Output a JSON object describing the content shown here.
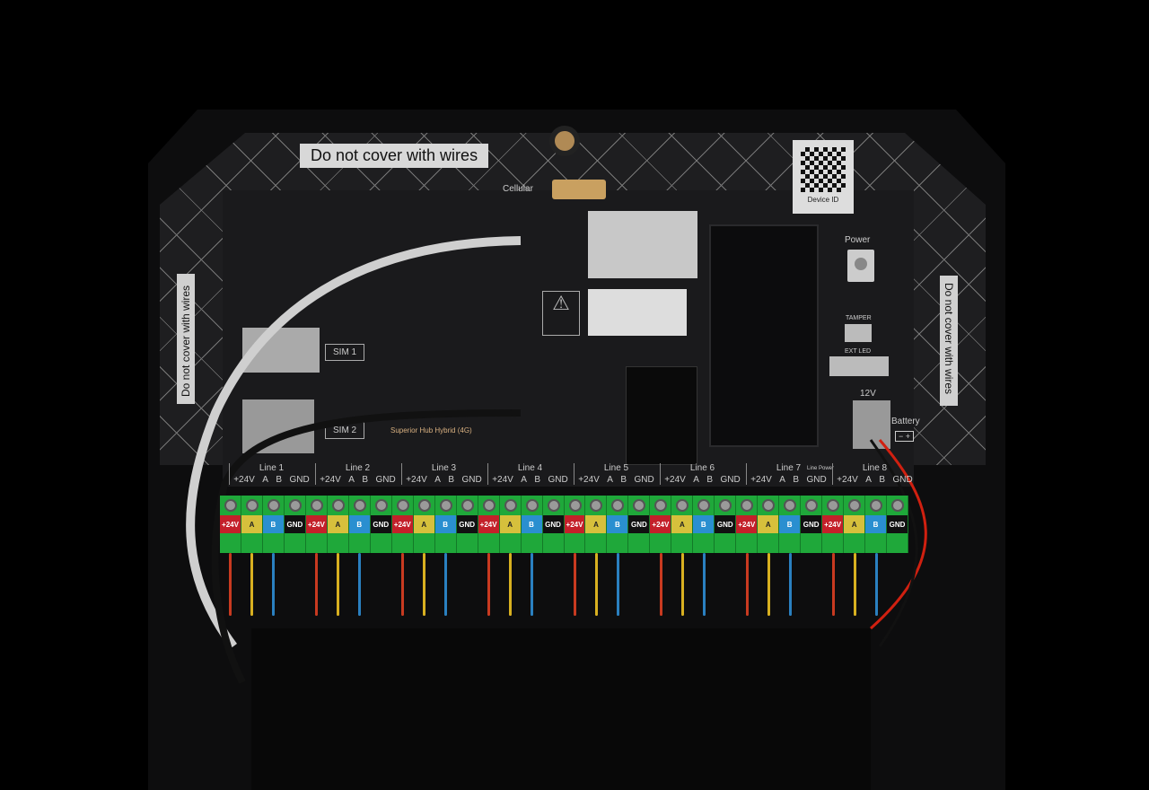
{
  "labels": {
    "top": "Do not cover with wires",
    "left": "Do not cover with wires",
    "right": "Do not cover with wires"
  },
  "board": {
    "cellular": "Cellular",
    "device_id": "Device ID",
    "power": "Power",
    "tamper": "TAMPER",
    "ext_led": "EXT LED",
    "v12": "12V",
    "battery": "Battery",
    "battery_minus": "−",
    "battery_plus": "+",
    "sim1": "SIM 1",
    "sim2": "SIM 2",
    "model": "Superior Hub Hybrid (4G)",
    "line_power": "Line Power"
  },
  "lines": [
    {
      "name": "Line 1",
      "pins": [
        "+24V",
        "A",
        "B",
        "GND"
      ]
    },
    {
      "name": "Line 2",
      "pins": [
        "+24V",
        "A",
        "B",
        "GND"
      ]
    },
    {
      "name": "Line 3",
      "pins": [
        "+24V",
        "A",
        "B",
        "GND"
      ]
    },
    {
      "name": "Line 4",
      "pins": [
        "+24V",
        "A",
        "B",
        "GND"
      ]
    },
    {
      "name": "Line 5",
      "pins": [
        "+24V",
        "A",
        "B",
        "GND"
      ]
    },
    {
      "name": "Line 6",
      "pins": [
        "+24V",
        "A",
        "B",
        "GND"
      ]
    },
    {
      "name": "Line 7",
      "pins": [
        "+24V",
        "A",
        "B",
        "GND"
      ]
    },
    {
      "name": "Line 8",
      "pins": [
        "+24V",
        "A",
        "B",
        "GND"
      ]
    }
  ],
  "colors": {
    "+24V": "#c4202a",
    "A": "#d6c03c",
    "B": "#2a8fd0",
    "GND": "#111111",
    "terminal": "#1fa83a",
    "wire_24v": "#c83a20",
    "wire_a": "#d8b020",
    "wire_b": "#2a80c0"
  }
}
